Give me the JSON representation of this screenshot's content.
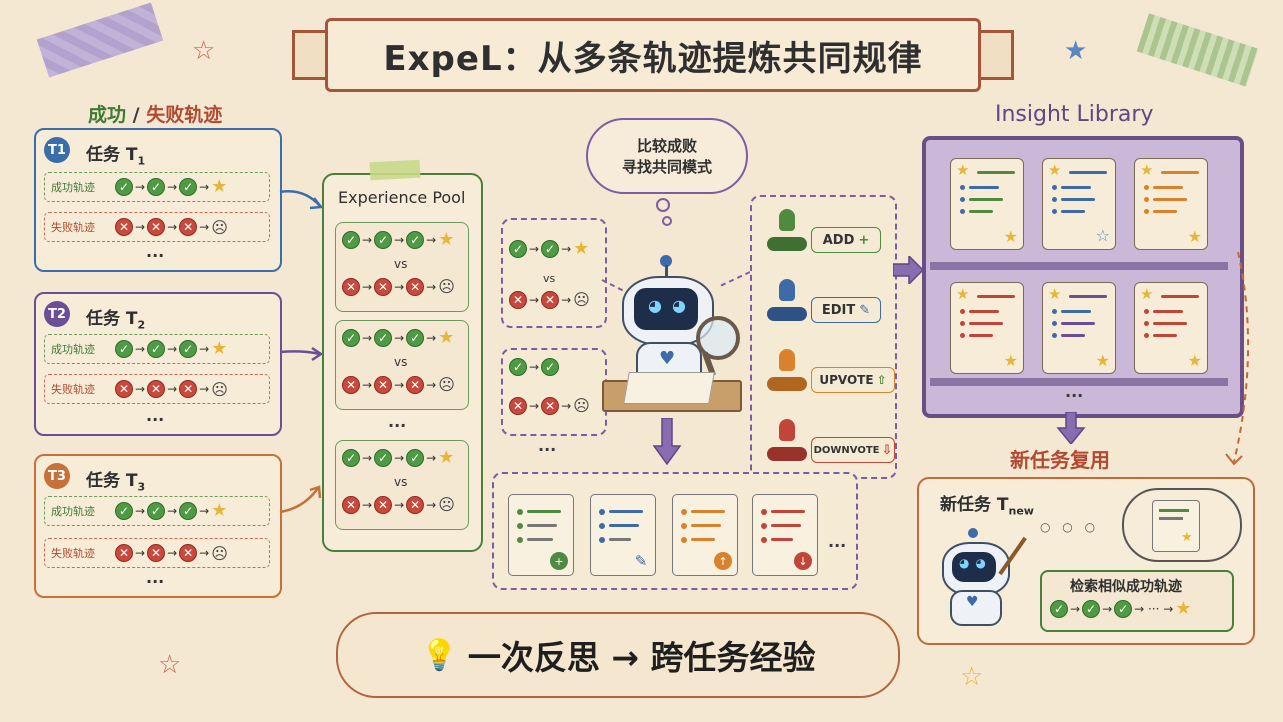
{
  "title": "ExpeL：从多条轨迹提炼共同规律",
  "left_header": {
    "success": "成功",
    "slash": " / ",
    "failure": "失败轨迹"
  },
  "tasks": [
    {
      "badge": "T1",
      "name": "任务 T",
      "sub": "1",
      "success_label": "成功轨迹",
      "failure_label": "失败轨迹",
      "more": "...",
      "color": "#3a6ea8"
    },
    {
      "badge": "T2",
      "name": "任务 T",
      "sub": "2",
      "success_label": "成功轨迹",
      "failure_label": "失败轨迹",
      "more": "...",
      "color": "#6a4f96"
    },
    {
      "badge": "T3",
      "name": "任务 T",
      "sub": "3",
      "success_label": "成功轨迹",
      "failure_label": "失败轨迹",
      "more": "...",
      "color": "#c6703a"
    }
  ],
  "pool": {
    "title": "Experience Pool",
    "vs": "vs",
    "more": "..."
  },
  "compare": {
    "vs": "vs",
    "more": "..."
  },
  "cloud": {
    "line1": "比较成败",
    "line2": "寻找共同模式"
  },
  "ops": [
    {
      "label": "ADD",
      "icon": "plus-icon",
      "color": "#4f8a3f"
    },
    {
      "label": "EDIT",
      "icon": "pencil-icon",
      "color": "#3f6aa8"
    },
    {
      "label": "UPVOTE",
      "icon": "up-arrow-icon",
      "color": "#d9822b"
    },
    {
      "label": "DOWNVOTE",
      "icon": "down-arrow-icon",
      "color": "#c2453a"
    }
  ],
  "cards_more": "...",
  "library": {
    "title": "Insight Library",
    "more": "..."
  },
  "reuse": {
    "title": "新任务复用",
    "task_label": "新任务 T",
    "task_sub": "new",
    "search_label": "检索相似成功轨迹"
  },
  "bottom": {
    "text": "一次反思 → 跨任务经验"
  },
  "colors": {
    "success": "#4f9a45",
    "failure": "#c94a3c",
    "star": "#e6b63a",
    "purple": "#7e5ca3"
  }
}
